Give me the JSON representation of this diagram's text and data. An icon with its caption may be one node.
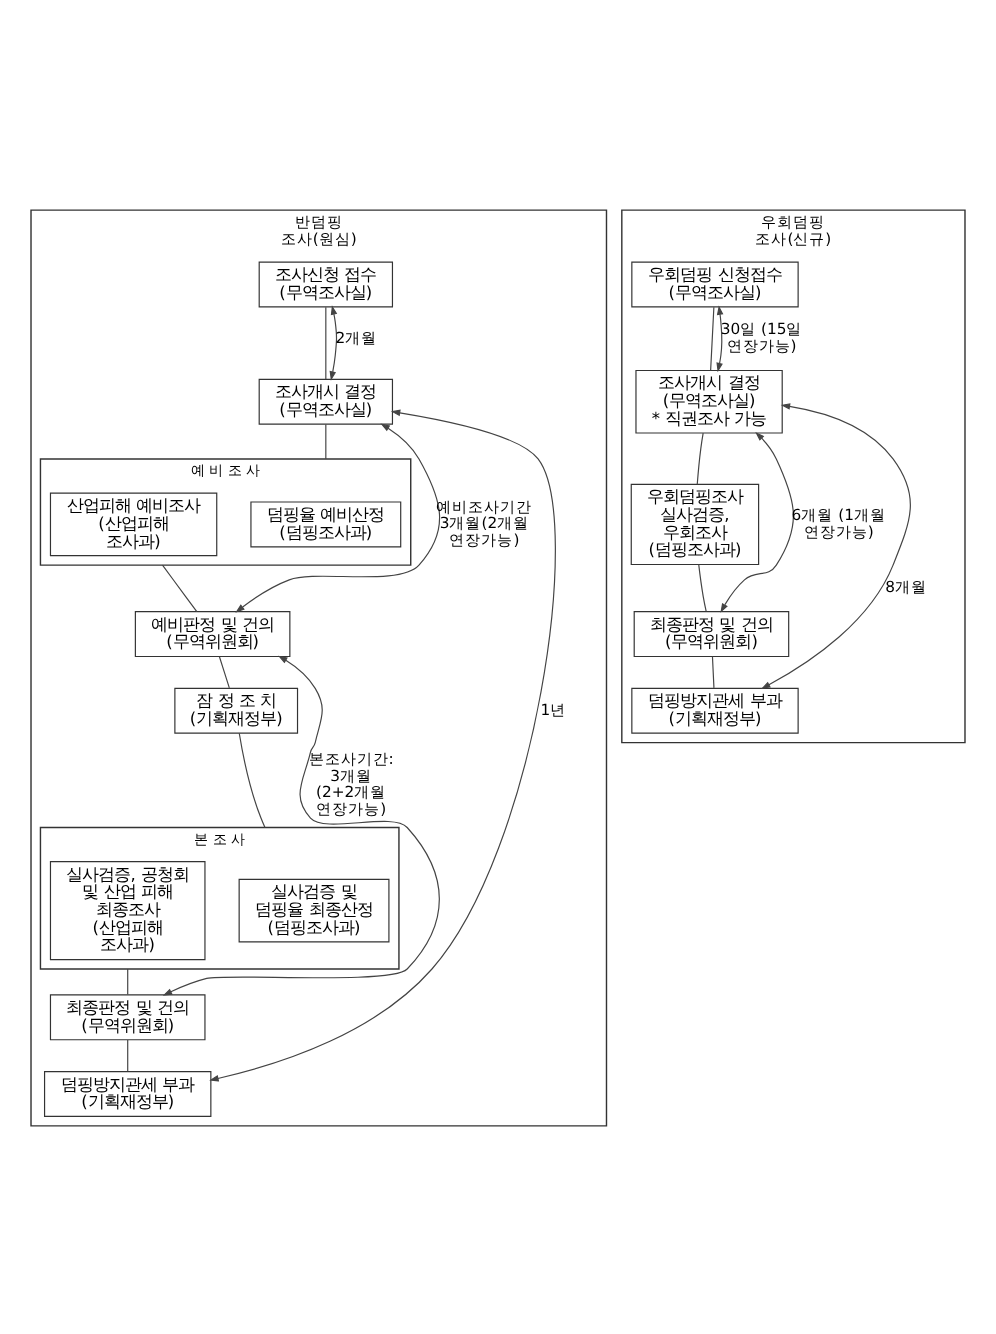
{
  "diagram": {
    "nodes": [
      {
        "text": [
          "반덤핑 조사(원심)"
        ]
      },
      {
        "text": [
          "조사신청 접수",
          "(무역조사실)"
        ],
        "in": 0
      },
      {
        "text": [
          "조사개시 결정",
          "(무역조사실)"
        ],
        "in": 0
      },
      {
        "text": [
          "예 비 조 사"
        ],
        "in": 0
      },
      {
        "text": [
          "덤핑율 예비산정",
          "(덤핑조사과)"
        ],
        "in": 3
      },
      {
        "text": [
          "산업피해 예비조사",
          "(산업피해 조사과)"
        ],
        "in": 3
      },
      {
        "text": [
          "예비판정 및 건의",
          "(무역위원회)"
        ],
        "in": 0
      },
      {
        "text": [
          "잠 정 조 치",
          "(기획재정부)"
        ],
        "in": 0
      },
      {
        "text": [
          "본 조 사"
        ],
        "in": 0
      },
      {
        "text": [
          "실사검증 및 덤핑율 최종산정",
          "(덤핑조사과)"
        ],
        "in": 8
      },
      {
        "text": [
          "실사검증, 공청회 및 산업 피해 최종조사",
          "(산업피해 조사과)"
        ],
        "in": 8
      },
      {
        "text": [
          "최종판정 및 건의",
          "(무역위원회)"
        ],
        "in": 0
      },
      {
        "text": [
          "덤핑방지관세 부과",
          "(기획재정부)"
        ],
        "in": 0
      },
      {
        "text": [
          "우회덤핑 조사(신규)"
        ]
      },
      {
        "text": [
          "우회덤핑 신청접수",
          "(무역조사실)"
        ],
        "in": 13
      },
      {
        "text": [
          "조사개시 결정",
          "(무역조사실)",
          "* 직권조사 가능"
        ],
        "in": 13
      },
      {
        "text": [
          "우회덤핑조사",
          "실사검증, 우회조사",
          "(덤핑조사과)"
        ],
        "in": 13
      },
      {
        "text": [
          "최종판정 및 건의",
          "(무역위원회)"
        ],
        "in": 13
      },
      {
        "text": [
          "덤핑방지관세 부과",
          "(기획재정부)"
        ],
        "in": 13
      }
    ],
    "edges": [
      {
        "from": 1,
        "to": 2,
        "arrow": "none"
      },
      {
        "from": 2,
        "to": 3,
        "arrow": "none"
      },
      {
        "from": 3,
        "to": 6,
        "arrow": "none"
      },
      {
        "from": 6,
        "to": 7,
        "arrow": "none"
      },
      {
        "from": 7,
        "to": 8,
        "arrow": "none"
      },
      {
        "from": 8,
        "to": 11,
        "arrow": "none"
      },
      {
        "from": 11,
        "to": 12,
        "arrow": "none"
      },
      {
        "from": 1,
        "to": 2,
        "arrow": "both",
        "label": "2개월"
      },
      {
        "from": 2,
        "to": 6,
        "arrow": "both",
        "label": "예비조사기간 3개월(2개월 연장가능)"
      },
      {
        "from": 6,
        "to": 11,
        "arrow": "both",
        "label": "본조사기간: 3개월 (2+2개월 연장가능)"
      },
      {
        "from": 2,
        "to": 12,
        "arrow": "both",
        "label": "1년"
      },
      {
        "from": 14,
        "to": 15,
        "arrow": "none"
      },
      {
        "from": 15,
        "to": 16,
        "arrow": "none"
      },
      {
        "from": 16,
        "to": 17,
        "arrow": "none"
      },
      {
        "from": 17,
        "to": 18,
        "arrow": "none"
      },
      {
        "from": 14,
        "to": 15,
        "arrow": "both",
        "label": "30일 (15일 연장가능)"
      },
      {
        "from": 15,
        "to": 17,
        "arrow": "both",
        "label": "6개월 (1개월 연장가능)"
      },
      {
        "from": 15,
        "to": 18,
        "arrow": "both",
        "label": "8개월"
      }
    ]
  }
}
